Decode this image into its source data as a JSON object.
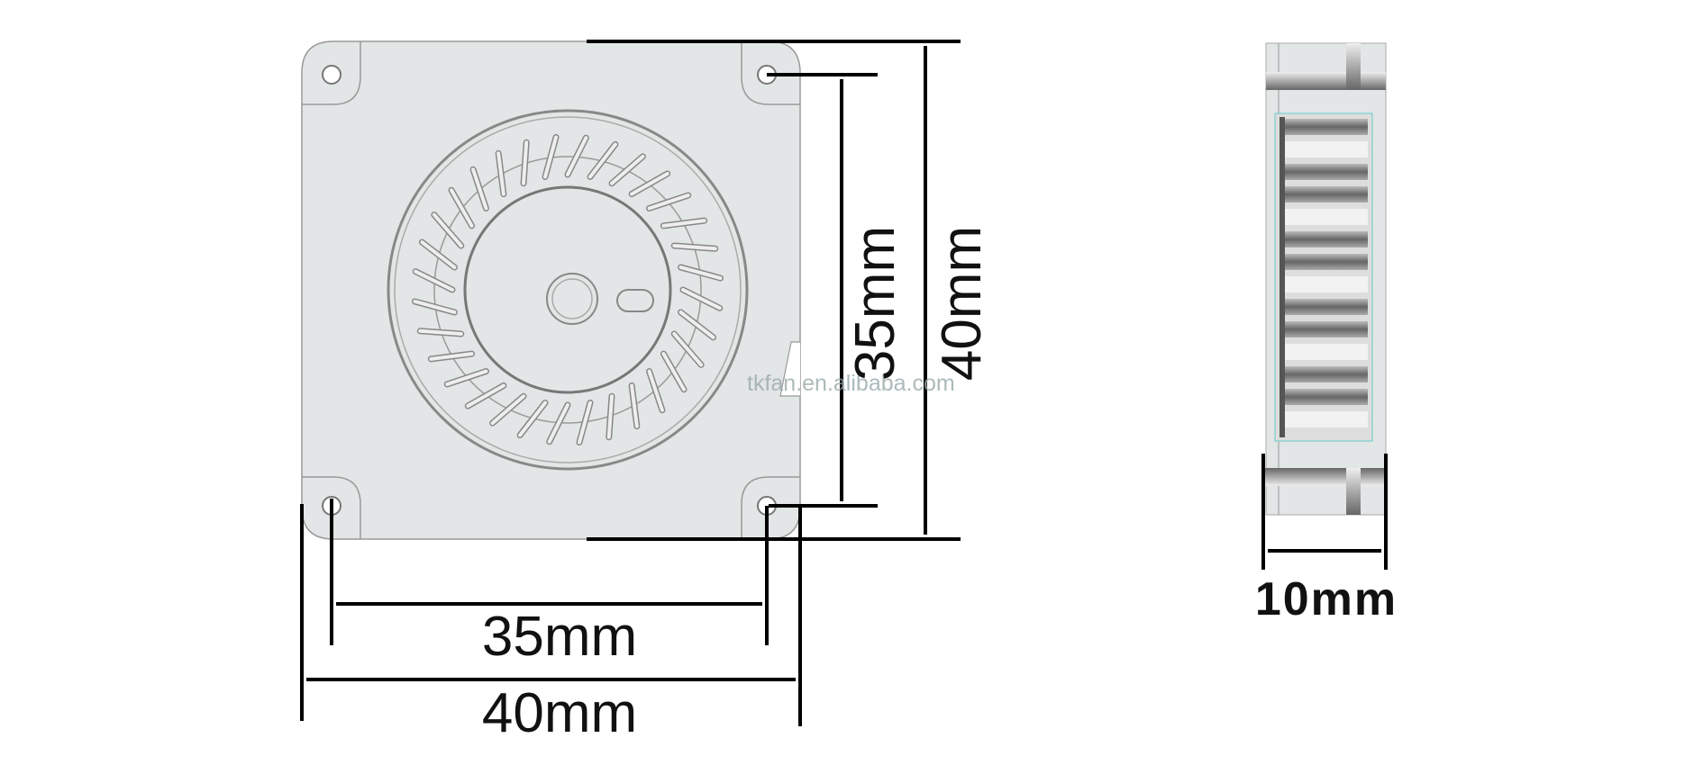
{
  "front_view": {
    "width_outer": "40mm",
    "width_hole": "35mm",
    "height_outer": "40mm",
    "height_hole": "35mm"
  },
  "side_view": {
    "thickness": "10mm"
  },
  "watermark": "tkfan.en.alibaba.com",
  "colors": {
    "body": "#e3e6e6",
    "outline": "#888888",
    "dimension": "#000000"
  }
}
